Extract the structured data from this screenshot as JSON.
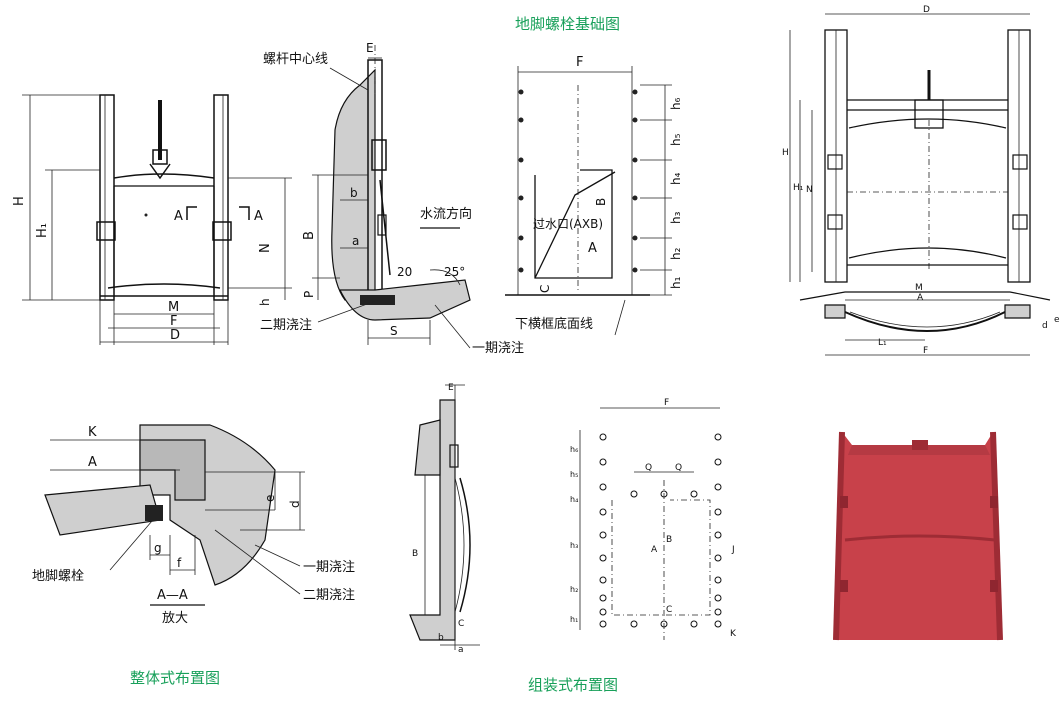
{
  "titles": {
    "anchor_bolt_foundation": "地脚螺栓基础图",
    "integral_layout": "整体式布置图",
    "assembled_layout": "组装式布置图"
  },
  "labels": {
    "H": "H",
    "H1": "H₁",
    "A": "A",
    "N": "N",
    "h": "h",
    "M": "M",
    "F": "F",
    "D": "D",
    "E": "E",
    "B": "B",
    "b": "b",
    "a": "a",
    "P": "P",
    "S": "S",
    "C": "C",
    "K": "K",
    "g": "g",
    "f": "f",
    "e": "e",
    "d": "d",
    "J": "J",
    "Q": "Q",
    "L1": "L₁",
    "h1": "h₁",
    "h2": "h₂",
    "h3": "h₃",
    "h4": "h₄",
    "h5": "h₅",
    "h6": "h₆",
    "screw_center_line": "螺杆中心线",
    "water_flow_direction": "水流方向",
    "second_pour": "二期浇注",
    "first_pour": "一期浇注",
    "angle_20": "20",
    "angle_25": "25°",
    "orifice": "过水口(AXB)",
    "lower_frame_bottom_line": "下横框底面线",
    "anchor_bolt": "地脚螺栓",
    "section_aa": "A—A",
    "enlarged": "放大"
  },
  "colors": {
    "title_green": "#18a05a",
    "gate_red": "#c8414a",
    "gate_red_dark": "#9e2c35",
    "concrete": "#cfcfcf"
  }
}
